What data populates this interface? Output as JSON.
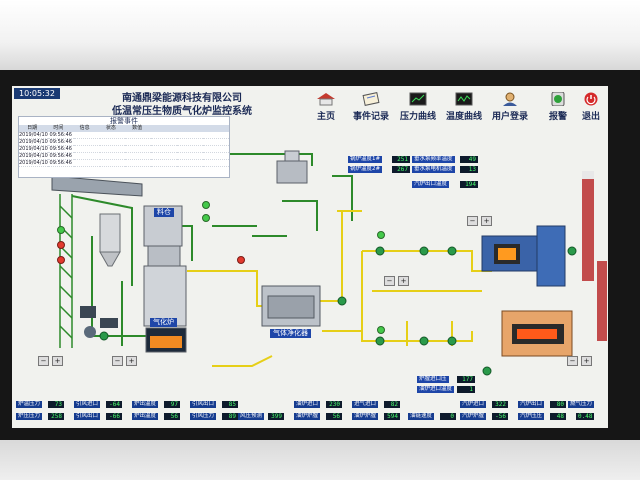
{
  "clock": "10:05:32",
  "company": {
    "line1": "南通鼎梁能源科技有限公司",
    "line2": "低温常压生物质气化炉监控系统"
  },
  "nav": [
    {
      "label": "主页",
      "icon": "home-icon"
    },
    {
      "label": "事件记录",
      "icon": "notebook-icon"
    },
    {
      "label": "压力曲线",
      "icon": "pressure-chart-icon"
    },
    {
      "label": "温度曲线",
      "icon": "temperature-chart-icon"
    },
    {
      "label": "用户登录",
      "icon": "user-icon"
    },
    {
      "label": "报警",
      "icon": "alarm-icon"
    },
    {
      "label": "退出",
      "icon": "power-icon"
    }
  ],
  "alarm_panel": {
    "title": "报警事件",
    "columns": [
      "日期",
      "时间",
      "信息",
      "状态",
      "数值",
      "",
      "",
      ""
    ],
    "rows": [
      [
        "2019/04/10",
        "09:56:46",
        "",
        "",
        "",
        "",
        "",
        ""
      ],
      [
        "2019/04/10",
        "09:56:46",
        "",
        "",
        "",
        "",
        "",
        ""
      ],
      [
        "2019/04/10",
        "09:56:46",
        "",
        "",
        "",
        "",
        "",
        ""
      ],
      [
        "2019/04/10",
        "09:56:46",
        "",
        "",
        "",
        "",
        "",
        ""
      ],
      [
        "2019/04/10",
        "09:56:46",
        "",
        "",
        "",
        "",
        "",
        ""
      ]
    ]
  },
  "equipment": {
    "gasifier": "气化炉",
    "purifier": "气体净化器",
    "top_label": "料仓"
  },
  "readings": {
    "r1": {
      "label": "锅炉温度1#",
      "value": "251"
    },
    "r2": {
      "label": "锅炉温度2#",
      "value": "267"
    },
    "r3": {
      "label": "垂水泵频率温度",
      "value": "49"
    },
    "r4": {
      "label": "垂水泵电机温度",
      "value": "13"
    },
    "r5": {
      "label": "汽炉出口温度",
      "value": "194"
    },
    "r6": {
      "label": "炉膛进口压",
      "value": "177"
    },
    "r7": {
      "label": "油炉进口温度",
      "value": "1"
    }
  },
  "bottom": {
    "row1": [
      {
        "label": "炉温压力",
        "value": "73"
      },
      {
        "label": "引风进口",
        "value": "-64"
      },
      {
        "label": "炉出温度",
        "value": "97"
      },
      {
        "label": "引风出口",
        "value": "85"
      },
      {
        "label": "油炉进口",
        "value": "230"
      },
      {
        "label": "进气进口",
        "value": "82"
      },
      {
        "label": "汽炉进口",
        "value": "322"
      },
      {
        "label": "汽炉出口",
        "value": "80"
      }
    ],
    "row2": [
      {
        "label": "炉压压力",
        "value": "258"
      },
      {
        "label": "引风出口",
        "value": "-66"
      },
      {
        "label": "炉出温度",
        "value": "56"
      },
      {
        "label": "引风压力",
        "value": "89"
      },
      {
        "label": "风压预测",
        "value": "399"
      },
      {
        "label": "油炉炉膛",
        "value": "56"
      },
      {
        "label": "油炉炉膛",
        "value": "594"
      },
      {
        "label": "油链速度",
        "value": "0"
      },
      {
        "label": "汽炉炉膛",
        "value": "-56"
      },
      {
        "label": "汽炉压压",
        "value": "48"
      },
      {
        "label": "燃气压力",
        "value": "0.48"
      }
    ]
  }
}
